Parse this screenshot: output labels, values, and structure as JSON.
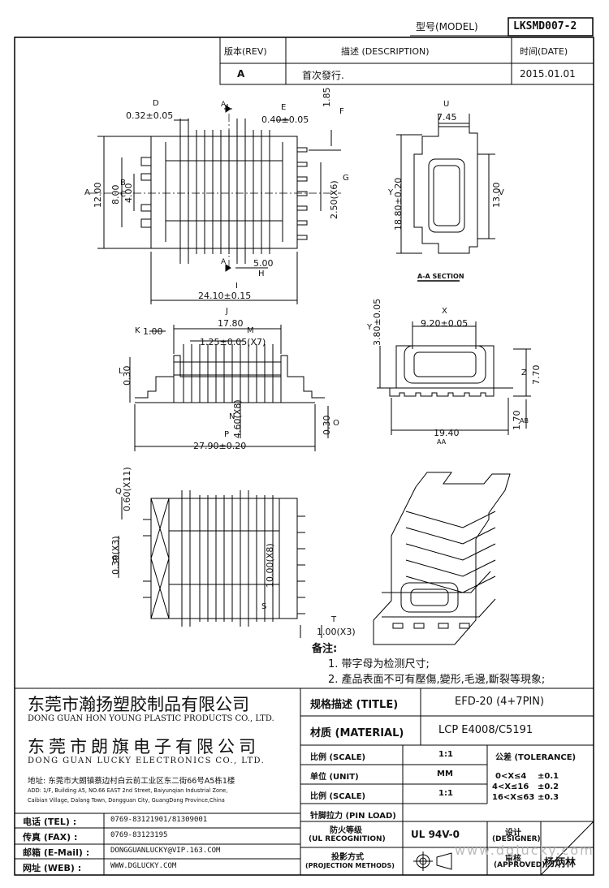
{
  "header": {
    "model_label": "型号(MODEL)",
    "model_value": "LKSMD007-2",
    "rev_label": "版本(REV)",
    "desc_label": "描述 (DESCRIPTION)",
    "date_label": "时间(DATE)",
    "rev_value": "A",
    "desc_value": "首次發行.",
    "date_value": "2015.01.01"
  },
  "drawing": {
    "top_view": {
      "d_dim": "0.32±0.05",
      "e_dim": "0.40±0.05",
      "f_dim": "1.85",
      "g_dim": "2.50(X6)",
      "a_dim": "12.00",
      "b_dim": "8.00",
      "c_dim": "4.00",
      "h_dim": "5.00",
      "i_dim": "24.10±0.15",
      "section_mark": "A",
      "letters": [
        "D",
        "E",
        "F",
        "G",
        "A",
        "B",
        "C",
        "H",
        "I"
      ]
    },
    "section_view": {
      "u_dim": "7.45",
      "v_dim": "13.00",
      "y_dim": "18.80±0.20",
      "caption": "A-A SECTION",
      "letters": [
        "U",
        "V",
        "Y"
      ]
    },
    "side_view": {
      "j_dim": "17.80",
      "k_dim": "1.00",
      "m_dim": "1.25±0.05(X7)",
      "l_dim": "0.30",
      "n_dim": "4.60(X8)",
      "o_dim": "0.30",
      "p_dim": "27.90±0.20",
      "letters": [
        "J",
        "K",
        "M",
        "L",
        "N",
        "O",
        "P"
      ]
    },
    "end_view": {
      "x_dim": "9.20±0.05",
      "y2_dim": "3.80±0.05",
      "z_dim": "7.70",
      "ab_dim": "1.70",
      "aa_dim": "19.40",
      "letters": [
        "X",
        "Y",
        "Z",
        "AB",
        "AA"
      ]
    },
    "bottom_view": {
      "q_dim": "0.60(X11)",
      "r_dim": "0.30(X3)",
      "s_dim": "10.00(X8)",
      "t_dim": "1.00(X3)",
      "letters": [
        "Q",
        "R",
        "S",
        "T"
      ]
    }
  },
  "notes": {
    "title": "备注:",
    "items": [
      "1. 带字母为检测尺寸;",
      "2. 產品表面不可有壓傷,變形,毛邊,斷裂等現象;"
    ]
  },
  "company": {
    "name1_cn": "东莞市瀚扬塑胶制品有限公司",
    "name1_en": "DONG GUAN HON YOUNG PLASTIC PRODUCTS CO., LTD.",
    "name2_cn": "东莞市朗旗电子有限公司",
    "name2_en": "DONG GUAN LUCKY ELECTRONICS CO., LTD.",
    "address_cn": "地址: 东莞市大朗镇蔡边村白云前工业区东二街66号A5栋1楼",
    "address_en1": "ADD: 1/F, Building A5, NO.66 EAST 2nd Street, Baiyunqian Industrial Zone,",
    "address_en2": "Caibian Village, Dalang Town, Dongguan City, GuangDong Province,China"
  },
  "contacts": [
    {
      "label": "电话 (TEL) :",
      "value": "0769-83121901/81309001"
    },
    {
      "label": "传真 (FAX) :",
      "value": "0769-83123195"
    },
    {
      "label": "邮箱 (E-Mail) :",
      "value": "DONGGUANLUCKY@VIP.163.COM"
    },
    {
      "label": "网址 (WEB) :",
      "value": "WWW.DGLUCKY.COM"
    }
  ],
  "title_block": {
    "title_label": "规格描述 (TITLE)",
    "title_value": "EFD-20 (4+7PIN)",
    "material_label": "材质 (MATERIAL)",
    "material_value": "LCP E4008/C5191",
    "scale_label": "比例 (SCALE)",
    "scale_value": "1:1",
    "tolerance_label": "公差 (TOLERANCE)",
    "unit_label": "单位 (UNIT)",
    "unit_value": "MM",
    "scale2_label": "比例 (SCALE)",
    "scale2_value": "1:1",
    "tol_rows": [
      {
        "range": "0<X≤4",
        "value": "±0.1"
      },
      {
        "range": "4<X≤16",
        "value": "±0.2"
      },
      {
        "range": "16<X≤63",
        "value": "±0.3"
      }
    ],
    "pin_label": "针脚拉力 (PIN LOAD)",
    "ul_label_cn": "防火等级",
    "ul_label_en": "(UL RECOGNITION)",
    "ul_value": "UL 94V-0",
    "projection_label_cn": "投影方式",
    "projection_label_en": "(PROJECTION METHODS)",
    "designer_label_cn": "设计",
    "designer_label_en": "(DESIGNER)",
    "approved_label_cn": "审核",
    "approved_label_en": "(APPROVED)",
    "approved_value": "杨炳林",
    "watermark": "www.dglucky.com"
  }
}
